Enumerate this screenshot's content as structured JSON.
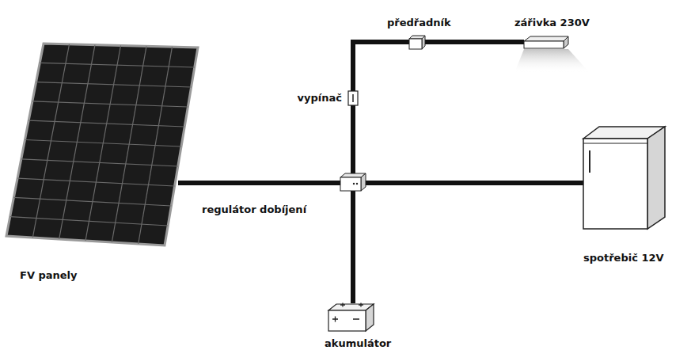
{
  "diagram": {
    "nodes": [
      {
        "text": [
          "FV panely"
        ]
      },
      {
        "text": [
          "regulátor dobíjení"
        ]
      },
      {
        "text": [
          "vypínač"
        ]
      },
      {
        "text": [
          "předřadník"
        ]
      },
      {
        "text": [
          "zářivka 230V"
        ]
      },
      {
        "text": [
          "spotřebič 12V"
        ]
      },
      {
        "text": [
          "akumulátor"
        ]
      }
    ],
    "edges": [
      {
        "from": 0,
        "to": 1,
        "arrow": "none"
      },
      {
        "from": 1,
        "to": 2,
        "arrow": "none"
      },
      {
        "from": 2,
        "to": 3,
        "arrow": "none"
      },
      {
        "from": 3,
        "to": 4,
        "arrow": "none"
      },
      {
        "from": 1,
        "to": 5,
        "arrow": "none"
      },
      {
        "from": 1,
        "to": 6,
        "arrow": "none"
      }
    ]
  }
}
